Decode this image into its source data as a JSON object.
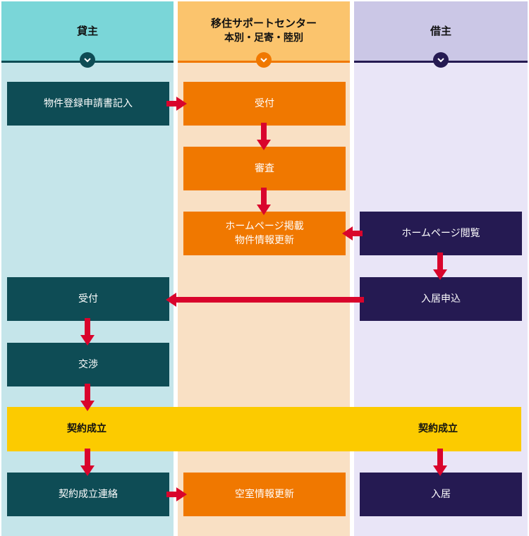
{
  "lanes": {
    "landlord": {
      "title": "貸主",
      "bg": "#c5e5ea",
      "head_bg": "#7ad6d8",
      "line": "#0e4c55"
    },
    "center": {
      "title": "移住サポートセンター",
      "subtitle": "本別・足寄・陸別",
      "bg": "#f9e0c4",
      "head_bg": "#fbc46d",
      "line": "#f07800"
    },
    "tenant": {
      "title": "借主",
      "bg": "#e9e5f7",
      "head_bg": "#cbc7e6",
      "line": "#251a52"
    }
  },
  "steps": {
    "landlord_register": "物件登録申請書記入",
    "center_receive": "受付",
    "center_review": "審査",
    "center_publish_1": "ホームページ掲載",
    "center_publish_2": "物件情報更新",
    "tenant_browse": "ホームページ閲覧",
    "tenant_apply": "入居申込",
    "landlord_receive": "受付",
    "landlord_negotiate": "交渉",
    "contract_landlord": "契約成立",
    "contract_tenant": "契約成立",
    "landlord_contact": "契約成立連絡",
    "center_vacancy_update": "空室情報更新",
    "tenant_move_in": "入居"
  },
  "colors": {
    "arrow": "#d9042c",
    "band": "#fccb00"
  },
  "icons": {
    "lane_chevron": "chevron-down-icon"
  }
}
